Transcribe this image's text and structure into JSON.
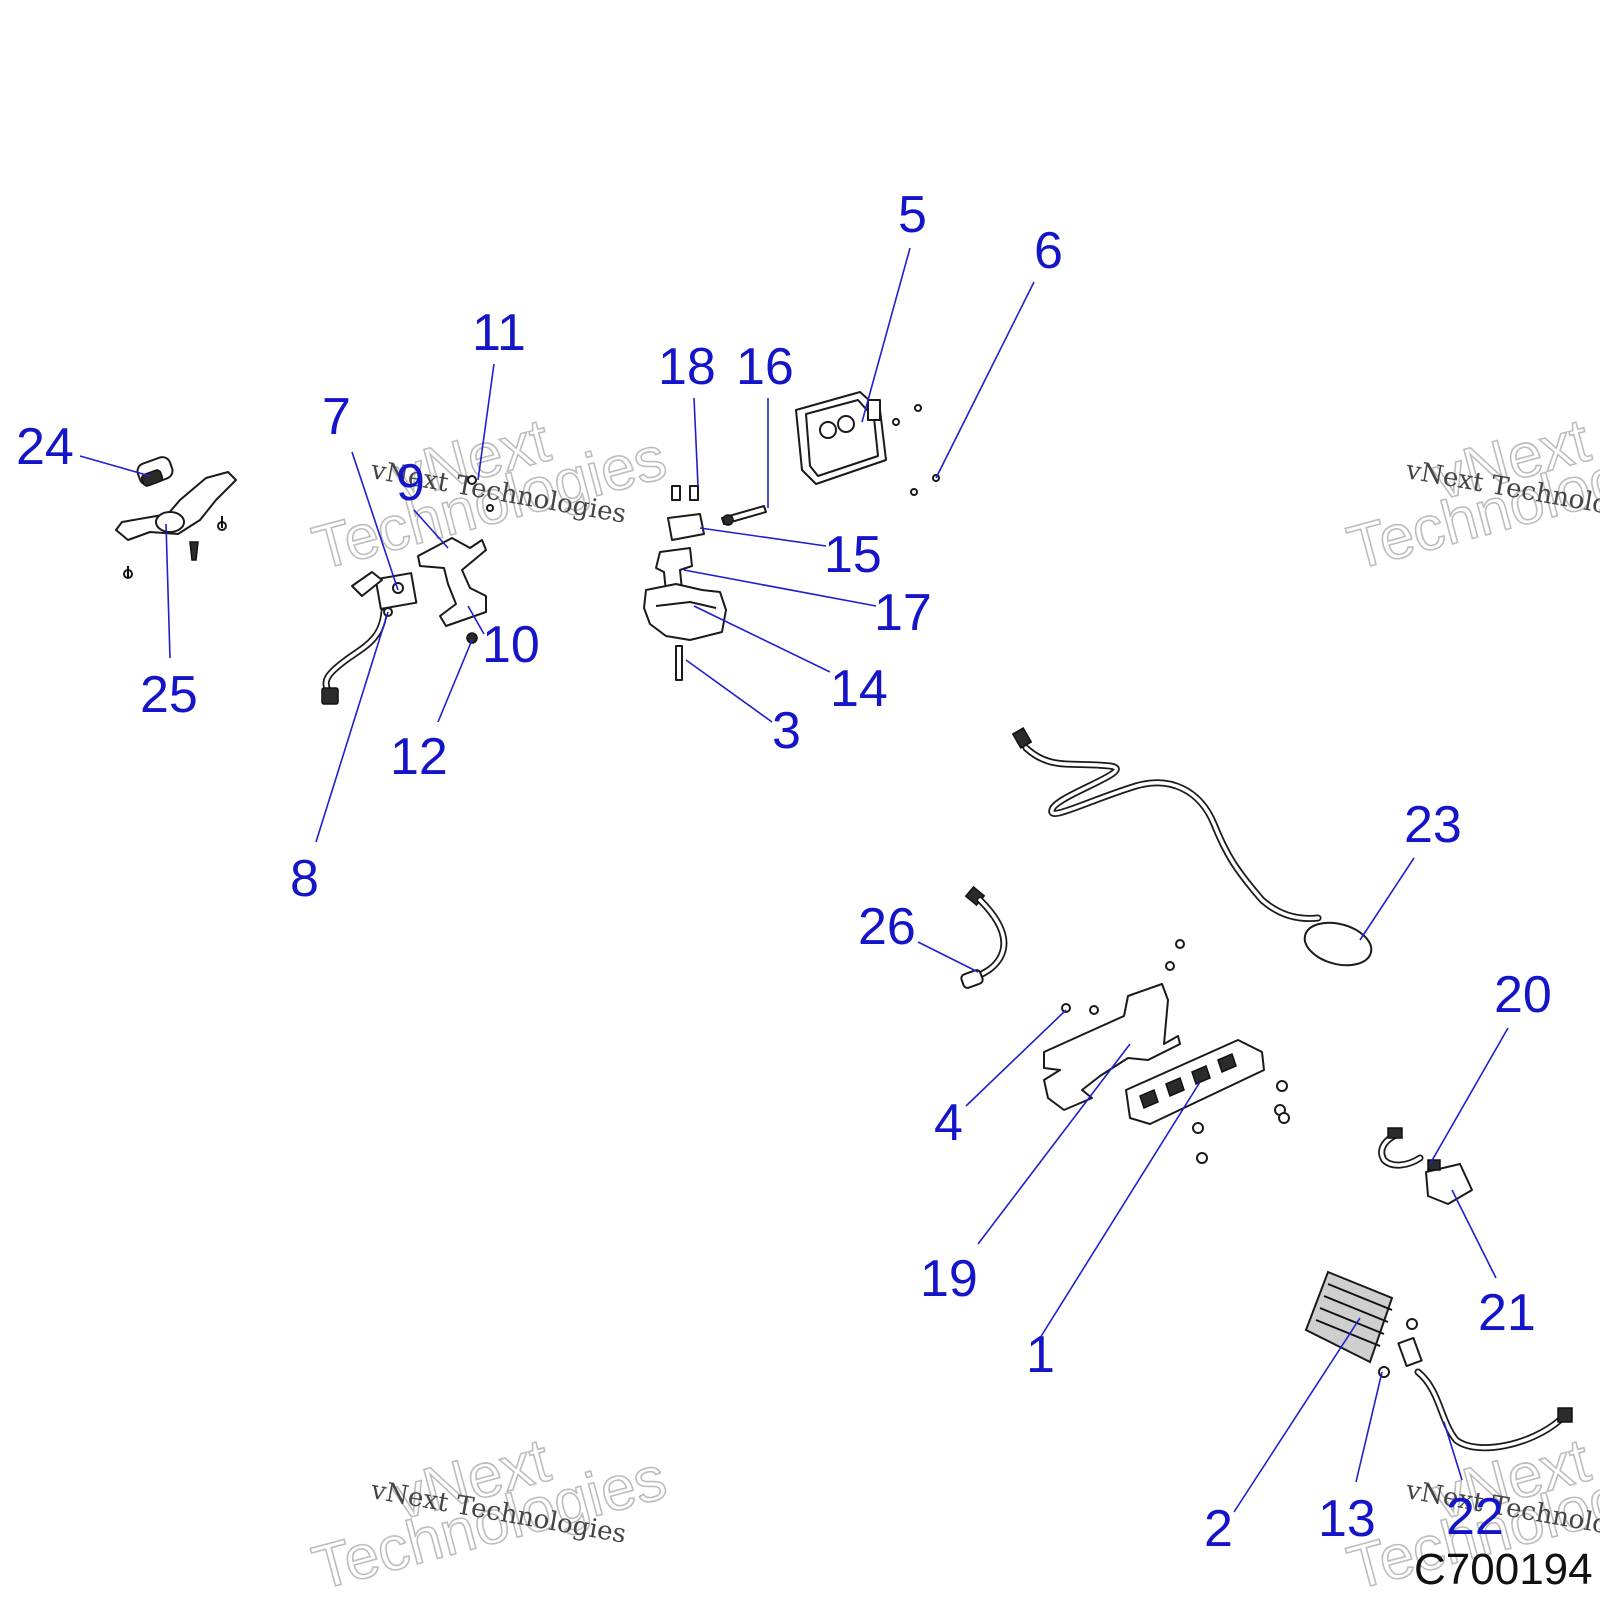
{
  "diagram_code": "C700194",
  "watermark": {
    "brand_word_1": "vNext",
    "brand_word_2": "Technologies",
    "brand_full": "vNext Technologies"
  },
  "callouts": [
    "1",
    "2",
    "3",
    "4",
    "5",
    "6",
    "7",
    "8",
    "9",
    "10",
    "11",
    "12",
    "13",
    "14",
    "15",
    "16",
    "17",
    "18",
    "19",
    "20",
    "21",
    "22",
    "23",
    "24",
    "25",
    "26"
  ],
  "colors": {
    "callout": "#1414c8",
    "leader": "#1f1fd1",
    "line_art": "#1a1a1a"
  }
}
